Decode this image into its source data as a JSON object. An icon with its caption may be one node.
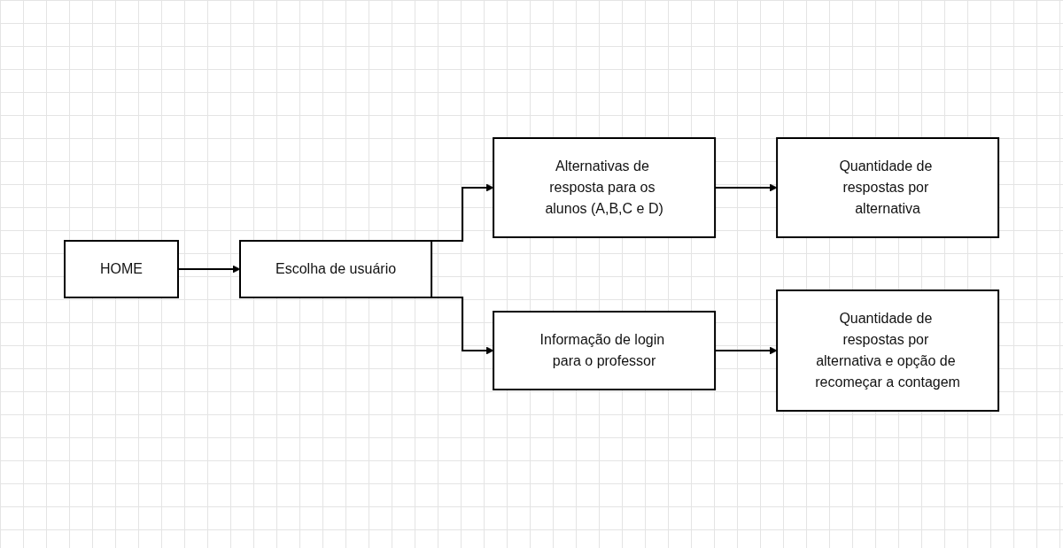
{
  "diagram": {
    "nodes": [
      {
        "text": [
          "HOME"
        ]
      },
      {
        "text": [
          "Escolha de usuário"
        ]
      },
      {
        "text": [
          "Alternativas de resposta para os alunos (A,B,C e D)"
        ]
      },
      {
        "text": [
          "Quantidade de respostas por alternativa"
        ]
      },
      {
        "text": [
          "Informação de login para o professor"
        ]
      },
      {
        "text": [
          "Quantidade de respostas por alternativa e opção de recomeçar a contagem"
        ]
      }
    ],
    "edges": [
      {
        "from": 0,
        "to": 1,
        "arrow": "to"
      },
      {
        "from": 1,
        "to": 2,
        "arrow": "to"
      },
      {
        "from": 1,
        "to": 4,
        "arrow": "to"
      },
      {
        "from": 2,
        "to": 3,
        "arrow": "to"
      },
      {
        "from": 4,
        "to": 5,
        "arrow": "to"
      }
    ]
  }
}
